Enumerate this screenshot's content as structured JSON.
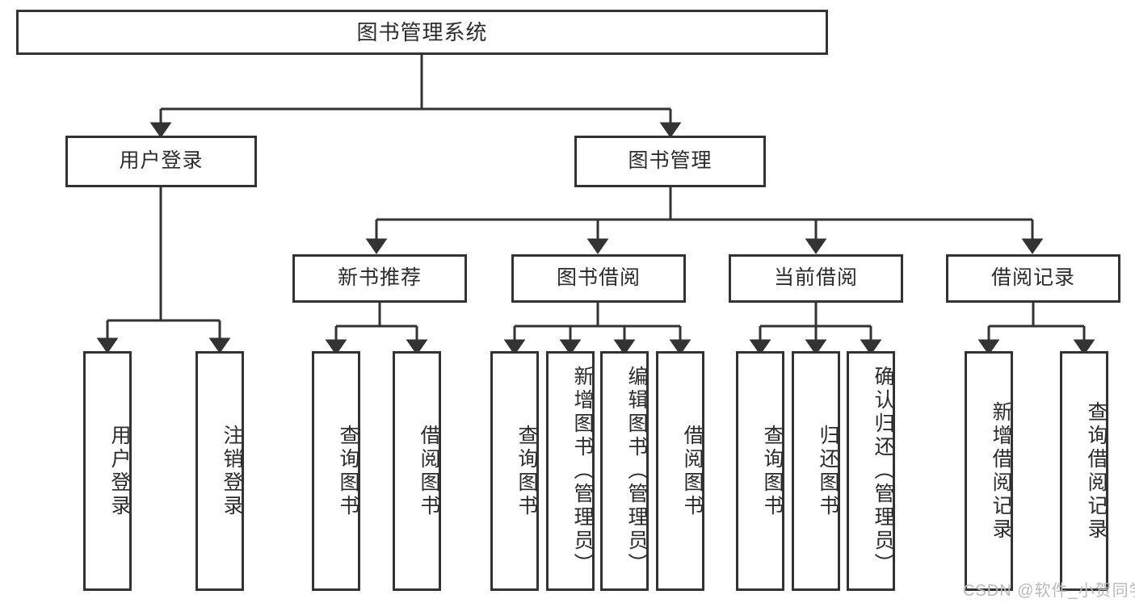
{
  "diagram": {
    "title": "图书管理系统",
    "type": "tree-hierarchy-diagram",
    "colors": {
      "box_border": "#333333",
      "box_fill": "#ffffff",
      "text": "#2b2b2b",
      "edge": "#333333",
      "watermark": "#b9b9b9",
      "background": "#ffffff"
    },
    "root": {
      "label": "图书管理系统"
    },
    "level2": [
      {
        "label": "用户登录"
      },
      {
        "label": "图书管理"
      }
    ],
    "level3": [
      {
        "label": "新书推荐"
      },
      {
        "label": "图书借阅"
      },
      {
        "label": "当前借阅"
      },
      {
        "label": "借阅记录"
      }
    ],
    "leaves": {
      "user_login": [
        {
          "label": "用户登录"
        },
        {
          "label": "注销登录"
        }
      ],
      "new_book_recommend": [
        {
          "label": "查询图书"
        },
        {
          "label": "借阅图书"
        }
      ],
      "book_borrow": [
        {
          "label": "查询图书"
        },
        {
          "label": "新增图书（管理员）"
        },
        {
          "label": "编辑图书（管理员）"
        },
        {
          "label": "借阅图书"
        }
      ],
      "current_borrow": [
        {
          "label": "查询图书"
        },
        {
          "label": "归还图书"
        },
        {
          "label": "确认归还（管理员）"
        }
      ],
      "borrow_record": [
        {
          "label": "新增借阅记录"
        },
        {
          "label": "查询借阅记录"
        }
      ]
    },
    "watermark": "CSDN @软件_小贺同学"
  }
}
